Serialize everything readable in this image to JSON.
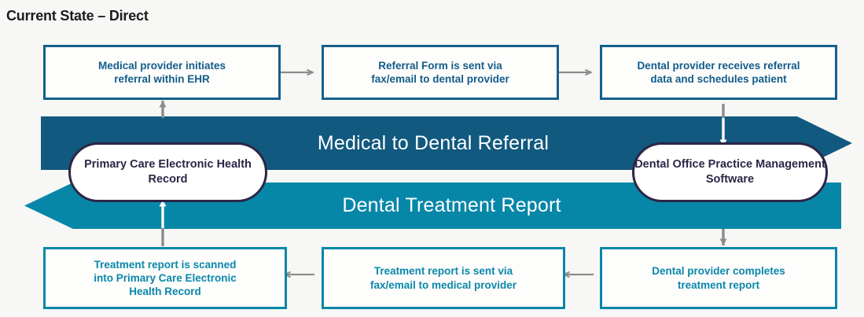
{
  "title": "Current State – Direct",
  "colors": {
    "background": "#f7f7f5",
    "title_text": "#1c1c1c",
    "box_top_border": "#14608c",
    "box_top_text": "#135c8a",
    "box_bottom_border": "#0787a8",
    "box_bottom_text": "#0b87ab",
    "banner_referral": "#11597f",
    "banner_treatment": "#0787a8",
    "pill_border": "#2d2546",
    "pill_text": "#2d2546",
    "pill_fill": "#ffffff",
    "arrow_gray": "#8c8c8c",
    "arrow_white": "#ffffff"
  },
  "banners": [
    {
      "id": "medical-to-dental-referral",
      "label": "Medical to Dental Referral",
      "direction": "right",
      "color": "#11597f"
    },
    {
      "id": "dental-treatment-report",
      "label": "Dental Treatment Report",
      "direction": "left",
      "color": "#0787a8"
    }
  ],
  "top_steps": [
    {
      "id": "step-1",
      "lines": [
        "Medical provider initiates",
        "referral within EHR"
      ]
    },
    {
      "id": "step-2",
      "lines": [
        "Referral Form is sent via",
        "fax/email to dental provider"
      ]
    },
    {
      "id": "step-3",
      "lines": [
        "Dental provider receives referral",
        "data and schedules patient"
      ]
    }
  ],
  "bottom_steps": [
    {
      "id": "step-6",
      "lines": [
        "Treatment report is scanned",
        "into Primary Care Electronic",
        "Health Record"
      ]
    },
    {
      "id": "step-5",
      "lines": [
        "Treatment report is sent via",
        "fax/email to medical provider"
      ]
    },
    {
      "id": "step-4",
      "lines": [
        "Dental provider completes",
        "treatment report"
      ]
    }
  ],
  "systems": [
    {
      "id": "primary-care-ehr",
      "lines": [
        "Primary Care Electronic",
        "Health Record"
      ]
    },
    {
      "id": "dental-office-pms",
      "lines": [
        "Dental Office Practice",
        "Management Software"
      ]
    }
  ],
  "connectors": [
    {
      "id": "arrow-step1-to-step2",
      "direction": "right"
    },
    {
      "id": "arrow-step2-to-step3",
      "direction": "right"
    },
    {
      "id": "arrow-step3-to-dental-pms",
      "direction": "down"
    },
    {
      "id": "arrow-dental-pms-to-step4",
      "direction": "down"
    },
    {
      "id": "arrow-step4-to-step5",
      "direction": "left"
    },
    {
      "id": "arrow-step5-to-step6",
      "direction": "left"
    },
    {
      "id": "arrow-step6-to-primary-care-ehr",
      "direction": "up"
    },
    {
      "id": "arrow-primary-care-ehr-to-step1",
      "direction": "up"
    }
  ]
}
